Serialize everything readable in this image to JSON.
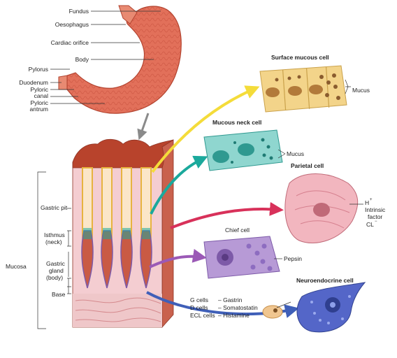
{
  "stomach_labels": {
    "fundus": "Fundus",
    "oesophagus": "Oesophagus",
    "cardiac_orifice": "Cardiac orifice",
    "body": "Body",
    "pylorus": "Pylorus",
    "duodenum": "Duodenum",
    "pyloric_canal_1": "Pyloric",
    "pyloric_canal_2": "canal",
    "pyloric_antrum_1": "Pyloric",
    "pyloric_antrum_2": "antrum"
  },
  "mucosa_labels": {
    "gastric_pit": "Gastric pit",
    "isthmus_1": "Isthmus",
    "isthmus_2": "(neck)",
    "mucosa": "Mucosa",
    "gland_1": "Gastric",
    "gland_2": "gland",
    "gland_3": "(body)",
    "base": "Base"
  },
  "cells": {
    "surface_mucous": {
      "title": "Surface mucous cell",
      "secretion": "Mucus"
    },
    "mucous_neck": {
      "title": "Mucous neck cell",
      "secretion": "Mucus"
    },
    "parietal": {
      "title": "Parietal cell",
      "h_ion": "H",
      "h_charge": "+",
      "intrinsic_1": "Intrinsic",
      "intrinsic_2": "factor",
      "cl_ion": "CL",
      "cl_charge": "−"
    },
    "chief": {
      "title": "Chief cell",
      "secretion": "Pepsin"
    },
    "neuroendocrine": {
      "title": "Neuroendocrine cell",
      "g_cells": "G cells",
      "g_hormone": "– Gastrin",
      "d_cells": "D cells",
      "d_hormone": "– Somatostatin",
      "ecl_cells": "ECL cells",
      "ecl_hormone": "– Histamine"
    }
  },
  "colors": {
    "stomach": "#e2705a",
    "mucosa_top": "#b8432c",
    "surface_cell": "#f3d48a",
    "neck_cell": "#5bbfb6",
    "parietal_cell": "#f2b6bf",
    "chief_cell": "#b79ad6",
    "neuroendocrine_cell": "#5466c8",
    "arrow_yellow": "#f4dc3a",
    "arrow_teal": "#1ba99c",
    "arrow_red": "#d8315a",
    "arrow_purple": "#9b59b6",
    "arrow_blue": "#3f5fb8"
  }
}
